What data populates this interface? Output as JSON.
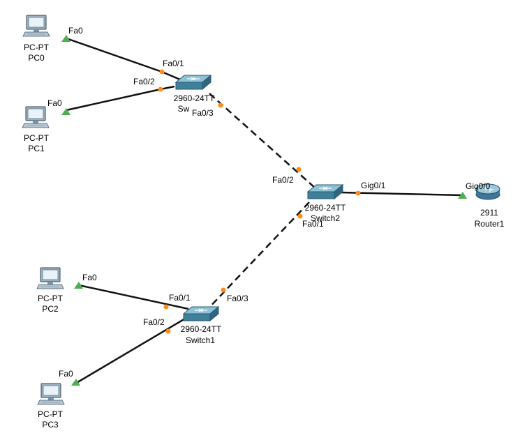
{
  "colors": {
    "link": "#111111",
    "port_up": "#4caf50",
    "port_orange": "#ff8c1a",
    "switch_body": "#3f7f9a",
    "switch_top": "#7fb6cc",
    "pc_body": "#8fa6b8",
    "router_body": "#4a87a8"
  },
  "devices": {
    "pc0": {
      "model": "PC-PT",
      "name": "PC0"
    },
    "pc1": {
      "model": "PC-PT",
      "name": "PC1"
    },
    "pc2": {
      "model": "PC-PT",
      "name": "PC2"
    },
    "pc3": {
      "model": "PC-PT",
      "name": "PC3"
    },
    "sw_top": {
      "model": "2960-24TT",
      "name": "Sw"
    },
    "switch2": {
      "model": "2960-24TT",
      "name": "Switch2"
    },
    "switch1": {
      "model": "2960-24TT",
      "name": "Switch1"
    },
    "router1": {
      "model": "2911",
      "name": "Router1"
    }
  },
  "ports": {
    "pc0_fa0": "Fa0",
    "pc1_fa0": "Fa0",
    "pc2_fa0": "Fa0",
    "pc3_fa0": "Fa0",
    "swtop_fa01": "Fa0/1",
    "swtop_fa02": "Fa0/2",
    "swtop_fa03": "Fa0/3",
    "sw2_fa02": "Fa0/2",
    "sw2_fa01": "Fa0/1",
    "sw2_gig01": "Gig0/1",
    "router_gig00": "Gig0/0",
    "sw1_fa01": "Fa0/1",
    "sw1_fa02": "Fa0/2",
    "sw1_fa03": "Fa0/3"
  }
}
